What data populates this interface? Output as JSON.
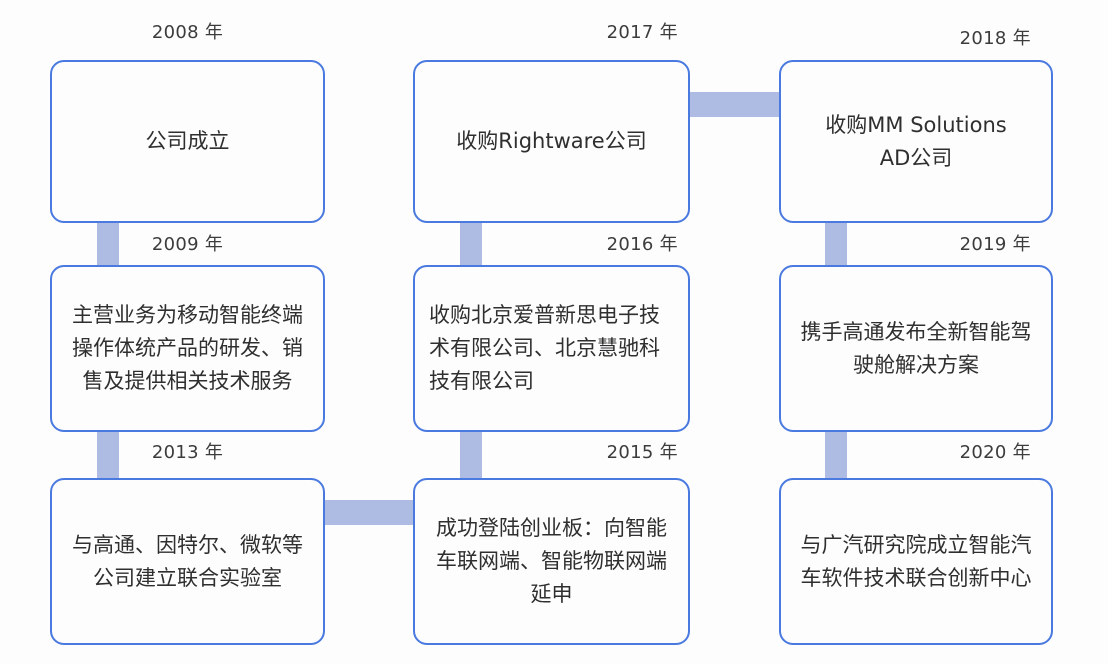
{
  "diagram": {
    "type": "timeline-flowchart",
    "title": "",
    "accent_color": "#4a7ae0",
    "connector_color": "#aebbe2",
    "background_color": "#fdfdfd",
    "year_suffix": "年",
    "nodes": [
      {
        "id": "node-2008",
        "year": "2008 年",
        "text": "公司成立",
        "column": 1,
        "row": 1,
        "align": "center"
      },
      {
        "id": "node-2009",
        "year": "2009 年",
        "text": "主营业务为移动智能终端操作体统产品的研发、销售及提供相关技术服务",
        "column": 1,
        "row": 2,
        "align": "center"
      },
      {
        "id": "node-2013",
        "year": "2013 年",
        "text": "与高通、因特尔、微软等公司建立联合实验室",
        "column": 1,
        "row": 3,
        "align": "center"
      },
      {
        "id": "node-2017",
        "year": "2017 年",
        "text": "收购Rightware公司",
        "column": 2,
        "row": 1,
        "align": "center"
      },
      {
        "id": "node-2016",
        "year": "2016 年",
        "text": "收购北京爱普新思电子技术有限公司、北京慧驰科技有限公司",
        "column": 2,
        "row": 2,
        "align": "left"
      },
      {
        "id": "node-2015",
        "year": "2015 年",
        "text": "成功登陆创业板：向智能车联网端、智能物联网端延申",
        "column": 2,
        "row": 3,
        "align": "center"
      },
      {
        "id": "node-2018",
        "year": "2018 年",
        "text": "收购MM Solutions\nAD公司",
        "column": 3,
        "row": 1,
        "align": "center"
      },
      {
        "id": "node-2019",
        "year": "2019 年",
        "text": "携手高通发布全新智能驾驶舱解决方案",
        "column": 3,
        "row": 2,
        "align": "center"
      },
      {
        "id": "node-2020",
        "year": "2020 年",
        "text": "与广汽研究院成立智能汽车软件技术联合创新中心",
        "column": 3,
        "row": 3,
        "align": "center"
      }
    ],
    "connectors": [
      {
        "id": "connector-2008-2009",
        "orientation": "vertical"
      },
      {
        "id": "connector-2009-2013",
        "orientation": "vertical"
      },
      {
        "id": "connector-2013-2015",
        "orientation": "horizontal"
      },
      {
        "id": "connector-2015-2016",
        "orientation": "vertical"
      },
      {
        "id": "connector-2016-2017",
        "orientation": "vertical"
      },
      {
        "id": "connector-2017-2018",
        "orientation": "horizontal"
      },
      {
        "id": "connector-2018-2019",
        "orientation": "vertical"
      },
      {
        "id": "connector-2019-2020",
        "orientation": "vertical"
      }
    ]
  }
}
